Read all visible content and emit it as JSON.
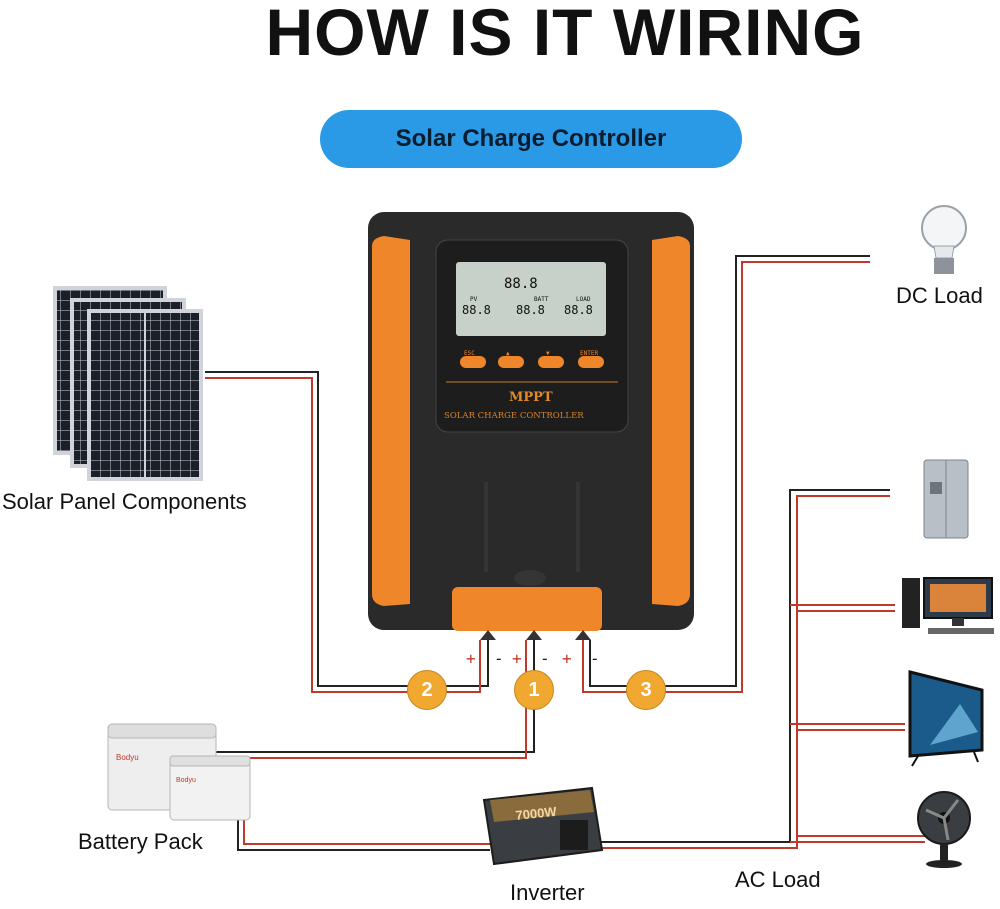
{
  "title": "HOW IS IT WIRING",
  "controller": {
    "banner": "Solar Charge Controller",
    "brand": "MPPT",
    "subtitle": "SOLAR CHARGE CONTROLLER",
    "lcd": {
      "center": "88.8",
      "pv_label": "PV",
      "batt_label": "BATT",
      "load_label": "LOAD",
      "pv_value": "88.8",
      "batt_value": "88.8",
      "load_value": "88.8"
    },
    "buttons": [
      "ESC",
      "▲",
      "▼",
      "ENTER"
    ],
    "terminal_signs": [
      "+",
      "-",
      "+",
      "-",
      "+",
      "-"
    ]
  },
  "labels": {
    "solar": "Solar Panel Components",
    "dc_load": "DC Load",
    "battery": "Battery Pack",
    "inverter": "Inverter",
    "ac_load": "AC Load"
  },
  "inverter_rating": "7000W",
  "battery_brand": "Bodyu",
  "markers": [
    "2",
    "1",
    "3"
  ],
  "colors": {
    "wire_red": "#c0392b",
    "wire_black": "#222222",
    "accent_orange": "#f0862a",
    "marker": "#f0a830",
    "banner": "#2b9ae6"
  }
}
